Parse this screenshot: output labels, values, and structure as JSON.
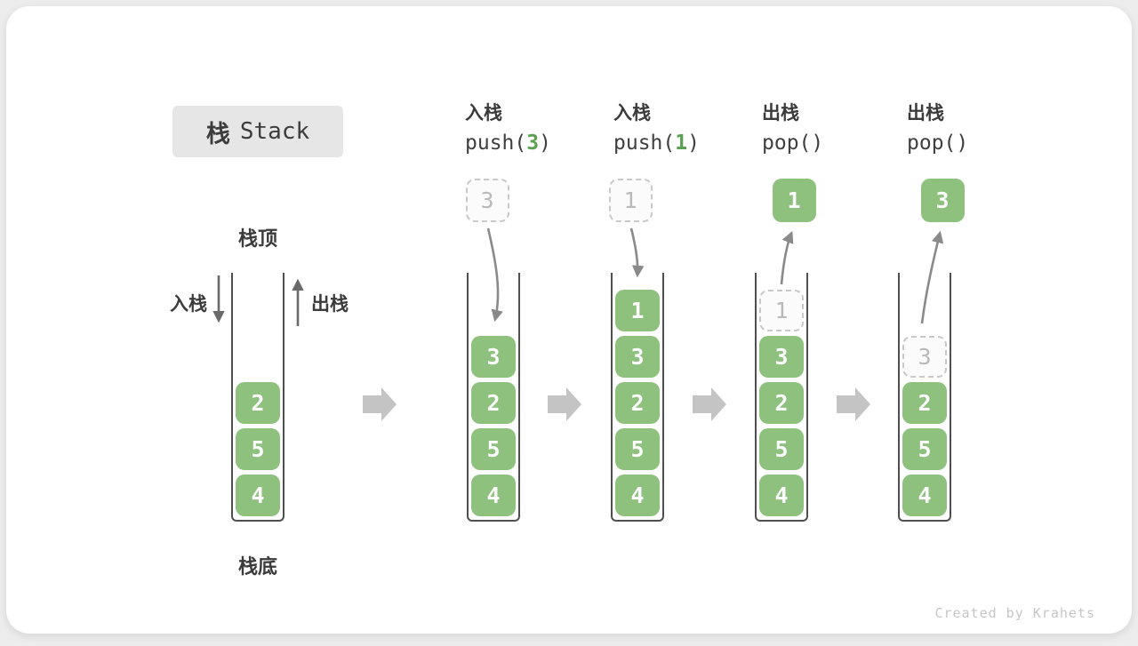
{
  "title": {
    "zh": "栈",
    "en": "Stack"
  },
  "first_stack": {
    "top_label": "栈顶",
    "bottom_label": "栈底",
    "push_label": "入栈",
    "pop_label": "出栈"
  },
  "watermark": "Created by Krahets",
  "colors": {
    "box_green": "#8dc17d",
    "accent_green": "#5ba152",
    "ghost_border": "#c9c9c9",
    "curve_arrow": "#8a8a8a",
    "side_arrow": "#6a6a6a",
    "flow_arrow": "#c4c4c4",
    "container_line": "#4f4f4f",
    "title_bg": "#e6e6e6"
  },
  "stages": [
    {
      "name": "initial",
      "cells": [
        {
          "v": "2"
        },
        {
          "v": "5"
        },
        {
          "v": "4"
        }
      ]
    },
    {
      "name": "push-3",
      "label_zh": "入栈",
      "op": {
        "pre": "push(",
        "num": "3",
        "post": ")"
      },
      "floating": {
        "value": "3",
        "kind": "ghost"
      },
      "cells": [
        {
          "v": "3"
        },
        {
          "v": "2"
        },
        {
          "v": "5"
        },
        {
          "v": "4"
        }
      ]
    },
    {
      "name": "push-1",
      "label_zh": "入栈",
      "op": {
        "pre": "push(",
        "num": "1",
        "post": ")"
      },
      "floating": {
        "value": "1",
        "kind": "ghost"
      },
      "cells": [
        {
          "v": "1"
        },
        {
          "v": "3"
        },
        {
          "v": "2"
        },
        {
          "v": "5"
        },
        {
          "v": "4"
        }
      ]
    },
    {
      "name": "pop-first",
      "label_zh": "出栈",
      "op": {
        "pre": "pop(",
        "num": "",
        "post": ")"
      },
      "floating": {
        "value": "1",
        "kind": "solid"
      },
      "cells": [
        {
          "v": "1",
          "ghost": true
        },
        {
          "v": "3"
        },
        {
          "v": "2"
        },
        {
          "v": "5"
        },
        {
          "v": "4"
        }
      ]
    },
    {
      "name": "pop-second",
      "label_zh": "出栈",
      "op": {
        "pre": "pop(",
        "num": "",
        "post": ")"
      },
      "floating": {
        "value": "3",
        "kind": "solid"
      },
      "cells": [
        {
          "v": "3",
          "ghost": true
        },
        {
          "v": "2"
        },
        {
          "v": "5"
        },
        {
          "v": "4"
        }
      ]
    }
  ]
}
